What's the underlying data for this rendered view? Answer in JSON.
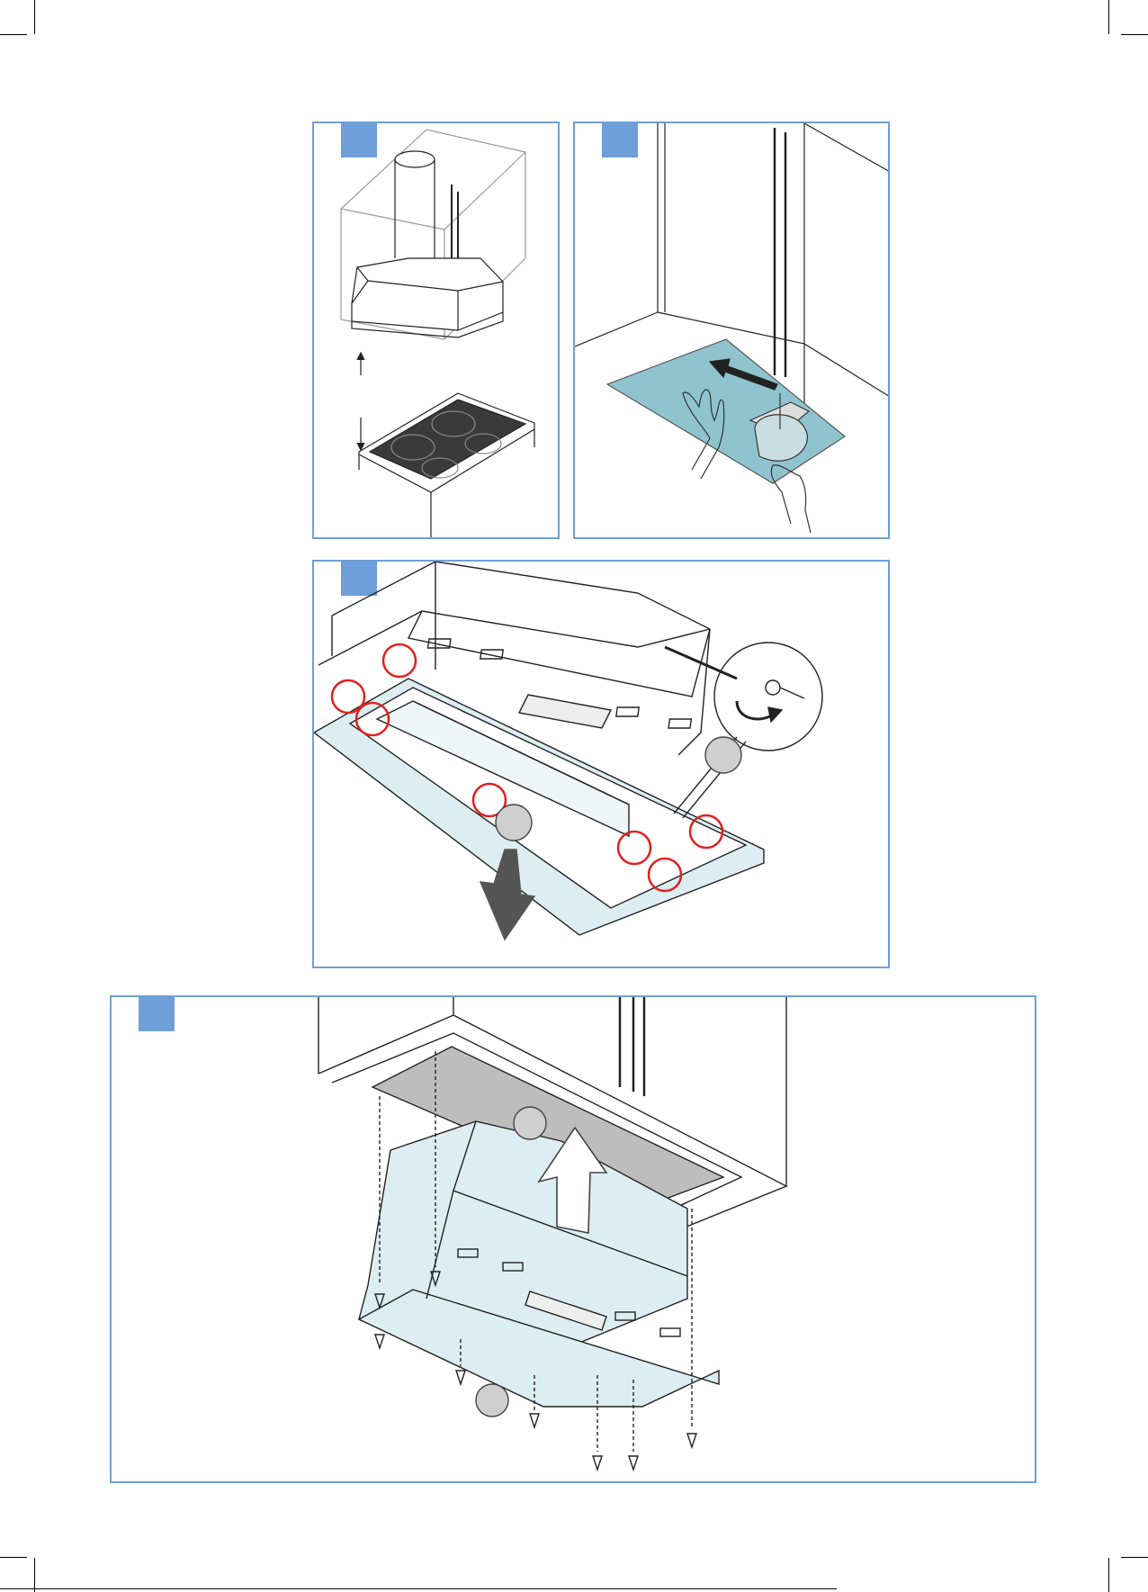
{
  "colors": {
    "panel_border": "#6f9fd8",
    "step_tab": "#6f9fd8",
    "highlight_circle": "#e02020",
    "template_sheet": "#8fc4cf",
    "hood_fill": "#dceef2",
    "cooktop": "#3a3a3a",
    "cutout": "#bdbdbd",
    "callout_badge": "#cfcfcf"
  },
  "panels": [
    {
      "id": "step-1",
      "icons": [
        "cabinet-icon",
        "chimney-duct-icon",
        "hood-unit-icon",
        "cooktop-icon",
        "distance-arrow-icon"
      ]
    },
    {
      "id": "step-2",
      "icons": [
        "cabinet-doors-icon",
        "template-sheet-icon",
        "hands-icon",
        "jigsaw-icon",
        "push-arrow-icon"
      ]
    },
    {
      "id": "step-3",
      "icons": [
        "hood-icon",
        "clip-highlight-icon",
        "screwdriver-icon",
        "screw-icon",
        "rotate-arrow-icon",
        "down-arrow-icon"
      ]
    },
    {
      "id": "step-4",
      "icons": [
        "cabinet-cutout-icon",
        "hood-icon",
        "up-arrow-icon",
        "screw-icon"
      ]
    }
  ]
}
